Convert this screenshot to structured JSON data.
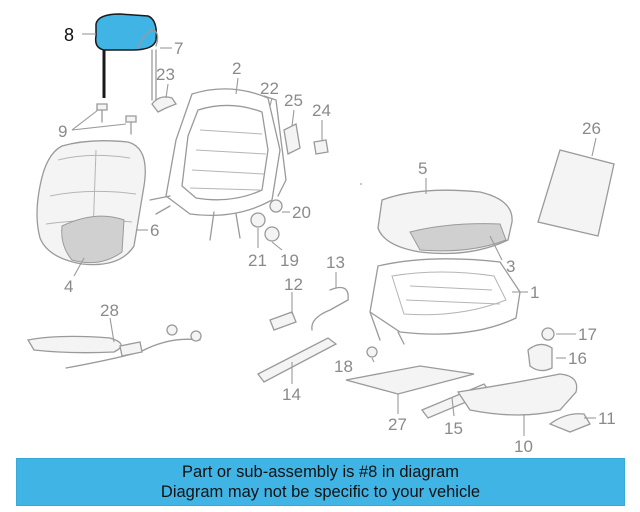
{
  "highlight": {
    "part_number": "8",
    "color": "#41b4e6"
  },
  "callouts": [
    "1",
    "2",
    "3",
    "4",
    "5",
    "6",
    "7",
    "8",
    "9",
    "10",
    "11",
    "12",
    "13",
    "14",
    "15",
    "16",
    "17",
    "18",
    "19",
    "20",
    "21",
    "22",
    "23",
    "24",
    "25",
    "26",
    "27",
    "28"
  ],
  "banner": {
    "line1": "Part or sub-assembly is #8 in diagram",
    "line2": "Diagram may not be specific to your vehicle"
  }
}
